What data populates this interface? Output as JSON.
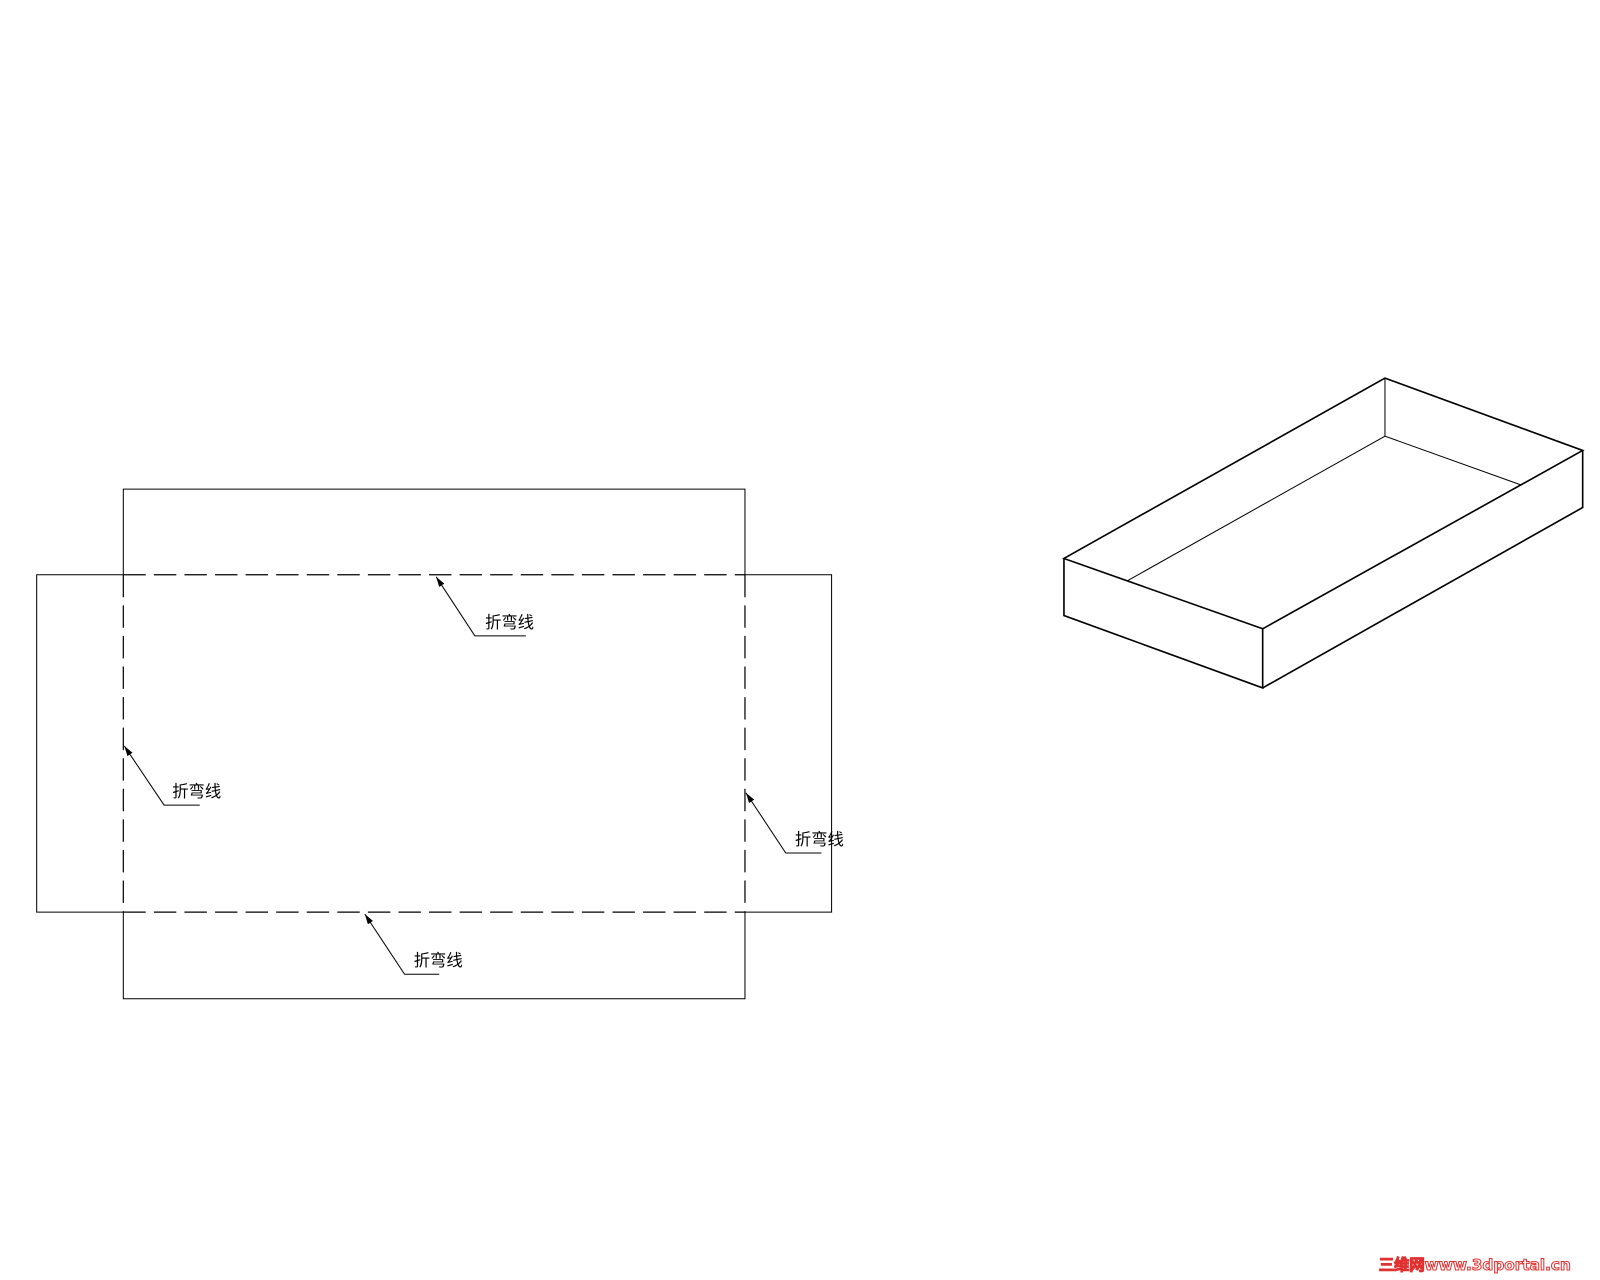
{
  "labels": {
    "top": "折弯线",
    "left": "折弯线",
    "right": "折弯线",
    "bottom": "折弯线"
  },
  "watermark": "三维网www.3dportal.cn",
  "colors": {
    "line": "#000000",
    "watermark": "#e03030"
  }
}
